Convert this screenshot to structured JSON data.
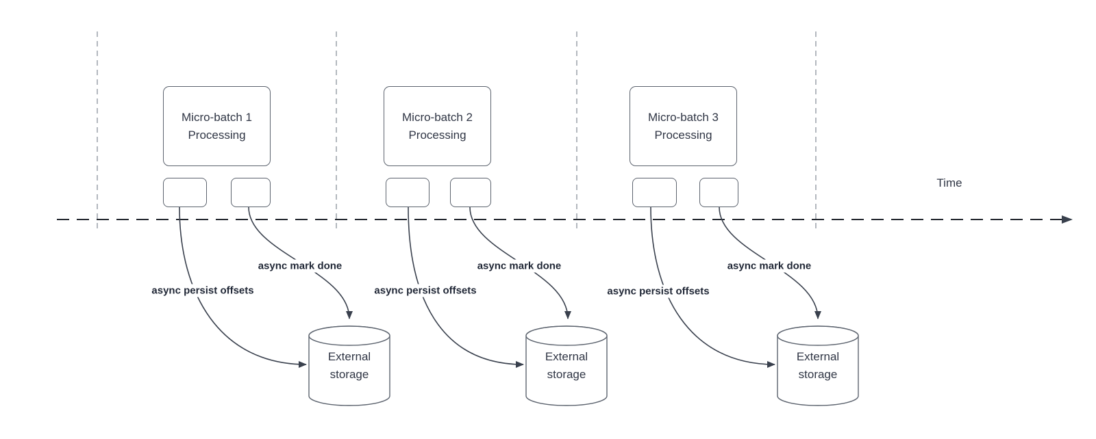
{
  "diagram": {
    "time_label": "Time",
    "groups": [
      {
        "title_line1": "Micro-batch 1",
        "title_line2": "Processing",
        "persist_label": "async persist offsets",
        "done_label": "async mark done",
        "storage_line1": "External",
        "storage_line2": "storage"
      },
      {
        "title_line1": "Micro-batch 2",
        "title_line2": "Processing",
        "persist_label": "async persist offsets",
        "done_label": "async mark done",
        "storage_line1": "External",
        "storage_line2": "storage"
      },
      {
        "title_line1": "Micro-batch 3",
        "title_line2": "Processing",
        "persist_label": "async persist offsets",
        "done_label": "async mark done",
        "storage_line1": "External",
        "storage_line2": "storage"
      }
    ],
    "colors": {
      "arrow_stroke": "#39404d",
      "shape_border": "#5c636e",
      "guide_line": "#9aa1a9",
      "text": "#2f3544",
      "label_text": "#1f2635",
      "background": "#ffffff"
    }
  }
}
